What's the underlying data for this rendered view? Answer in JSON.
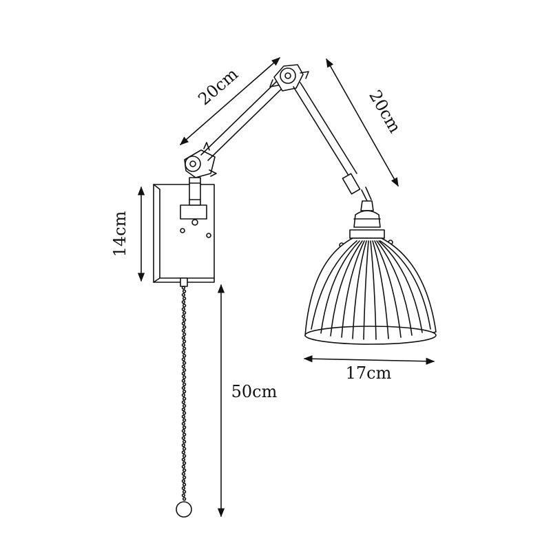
{
  "dimensions": {
    "arm_upper": "20cm",
    "arm_lower": "20cm",
    "backplate_height": "14cm",
    "shade_width": "17cm",
    "chain_length": "50cm"
  },
  "colors": {
    "line": "#111111",
    "background": "#ffffff"
  }
}
